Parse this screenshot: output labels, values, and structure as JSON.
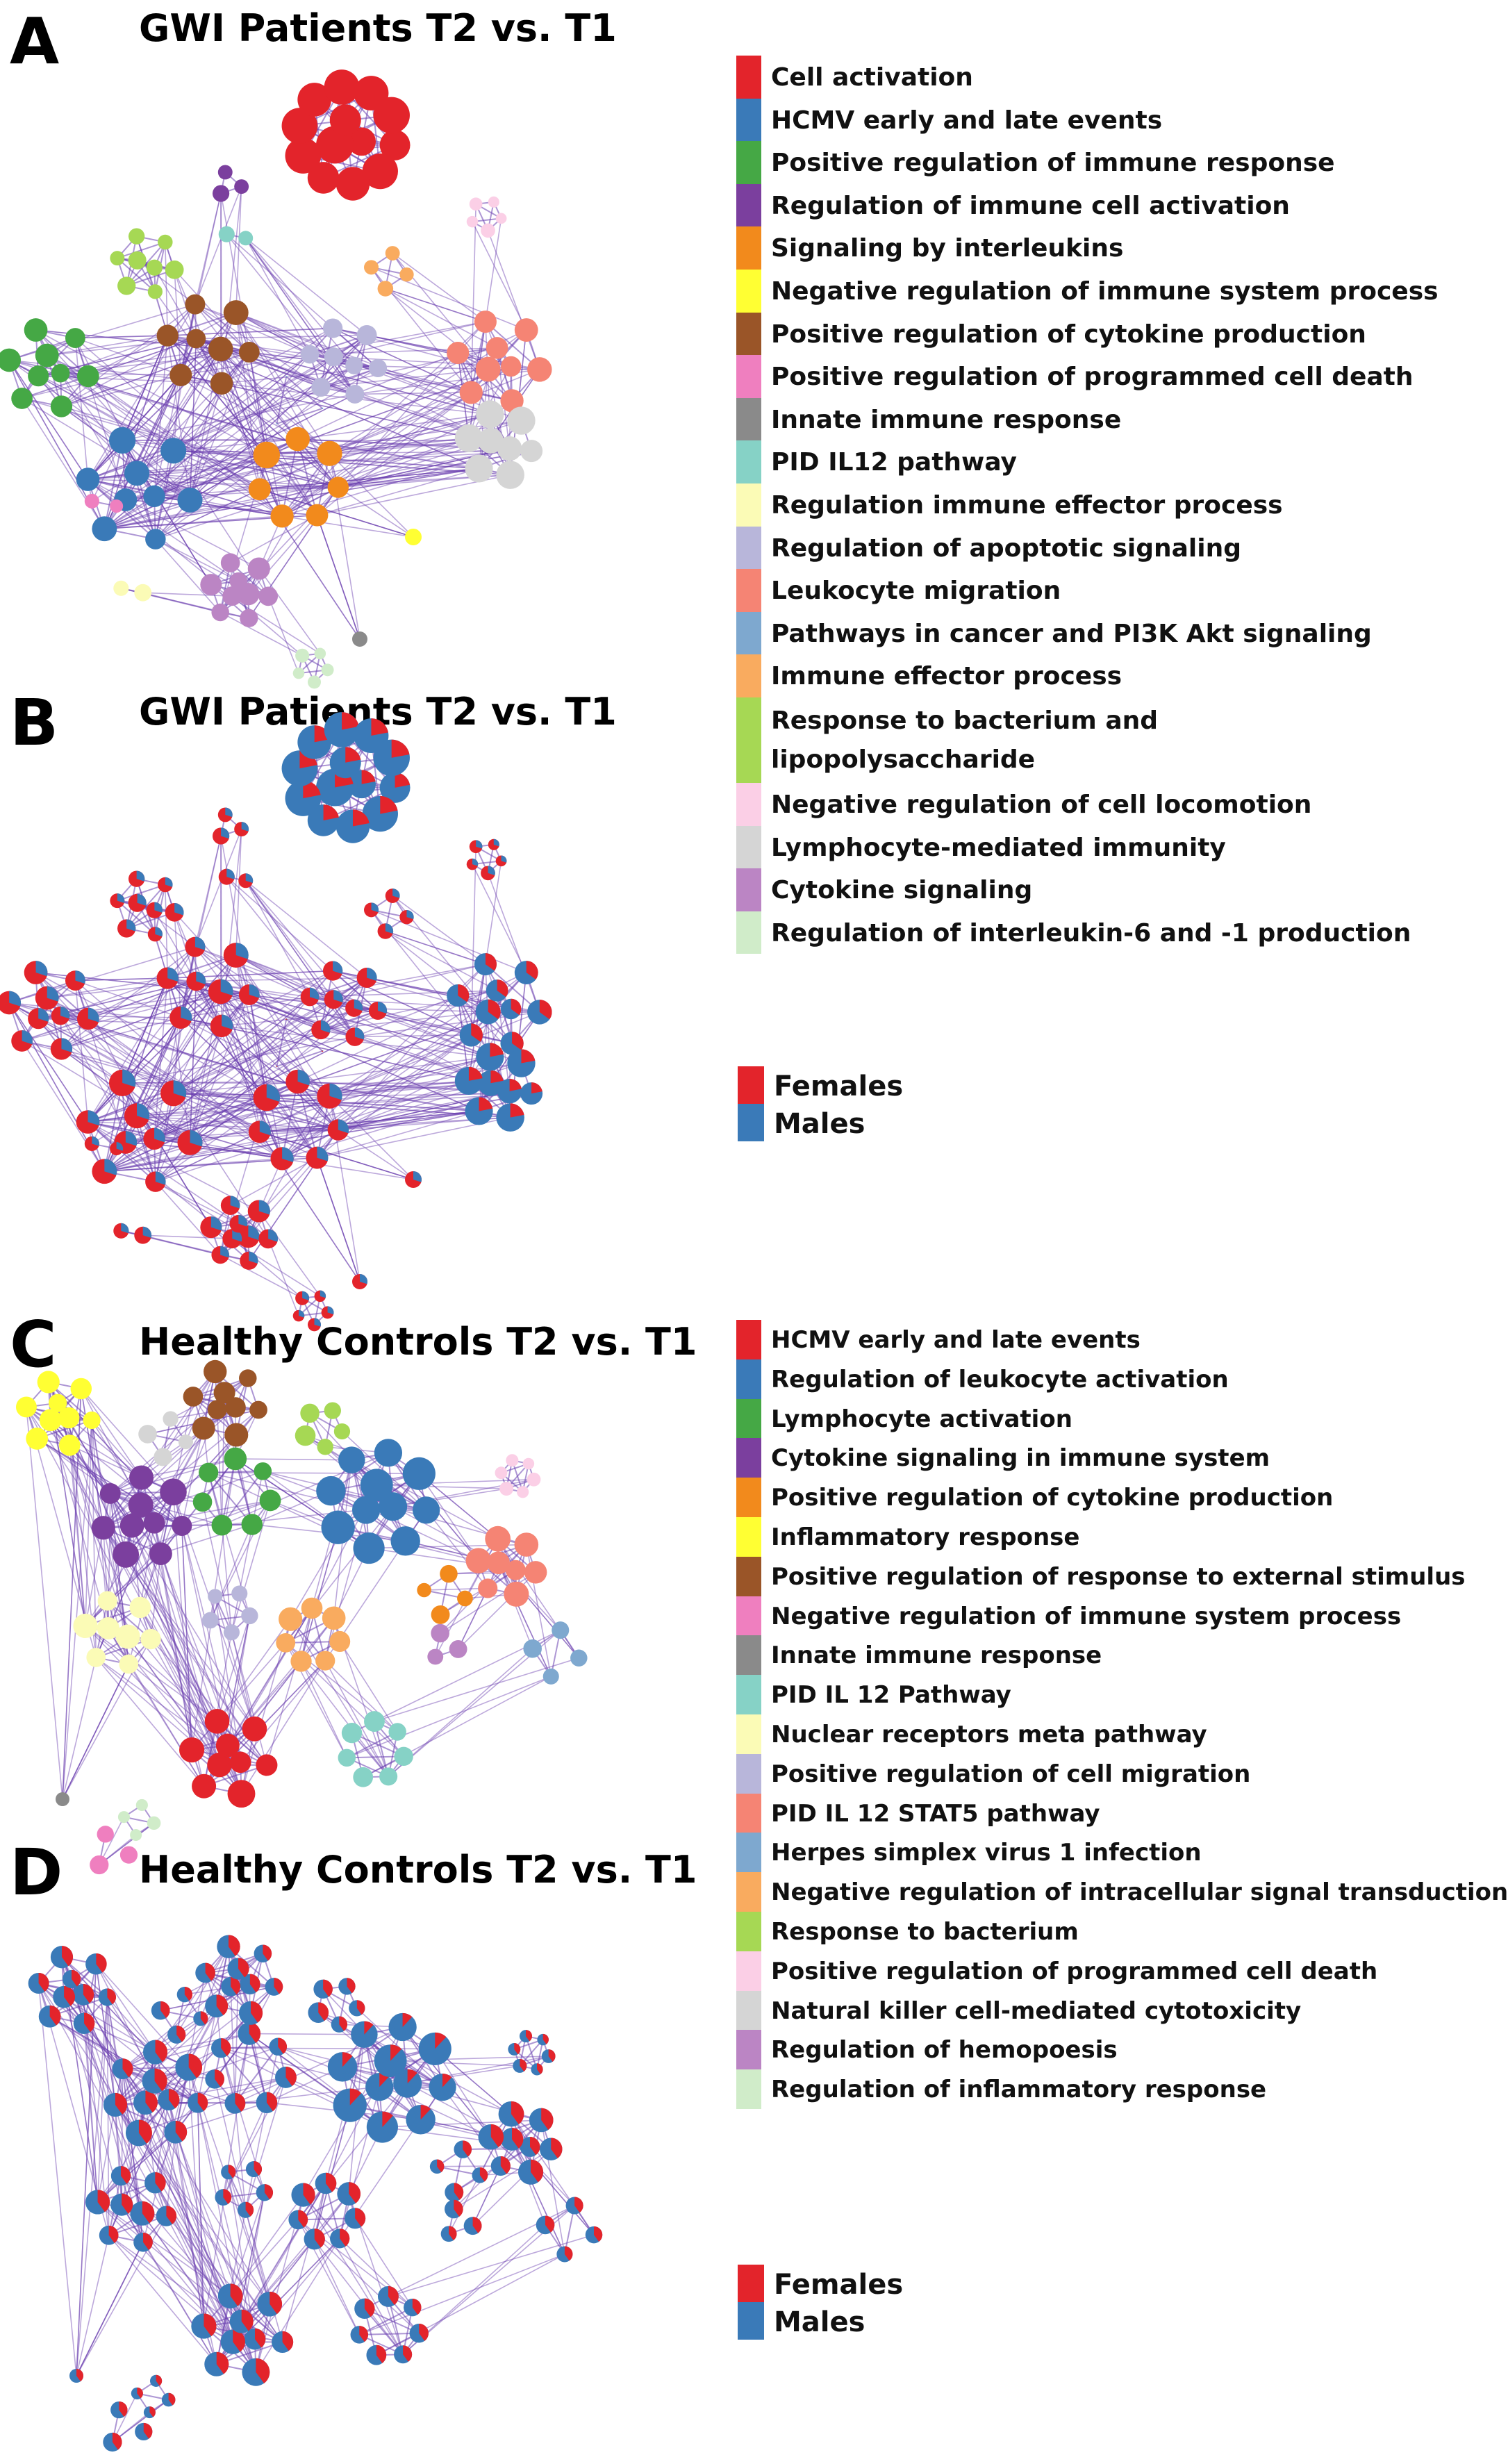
{
  "panels": [
    {
      "letter": "A",
      "title": "GWI Patients T2 vs. T1"
    },
    {
      "letter": "B",
      "title": "GWI Patients T2 vs. T1"
    },
    {
      "letter": "C",
      "title": "Healthy Controls T2 vs. T1"
    },
    {
      "letter": "D",
      "title": "Healthy Controls T2 vs. T1"
    }
  ],
  "legend_a": [
    {
      "label": "Cell activation",
      "color": "#e3242b"
    },
    {
      "label": "HCMV early and late events",
      "color": "#3a7ab8"
    },
    {
      "label": "Positive regulation of immune response",
      "color": "#45a845"
    },
    {
      "label": "Regulation of immune cell activation",
      "color": "#7b3f9e"
    },
    {
      "label": "Signaling by interleukins",
      "color": "#f28a1c"
    },
    {
      "label": "Negative regulation of immune system process",
      "color": "#ffff33"
    },
    {
      "label": "Positive regulation of cytokine production",
      "color": "#9a5528"
    },
    {
      "label": "Positive regulation of programmed cell death",
      "color": "#ef7fbf"
    },
    {
      "label": "Innate immune response",
      "color": "#8a8a8a"
    },
    {
      "label": "PID IL12 pathway",
      "color": "#86d2c6"
    },
    {
      "label": "Regulation immune effector process",
      "color": "#fbfbb6"
    },
    {
      "label": "Regulation of apoptotic signaling",
      "color": "#b8b6da"
    },
    {
      "label": "Leukocyte migration",
      "color": "#f58474"
    },
    {
      "label": "Pathways in cancer and PI3K Akt signaling",
      "color": "#7ea8cf"
    },
    {
      "label": "Immune effector process",
      "color": "#f9ab5f"
    },
    {
      "label": "Response to bacterium and lipopolysaccharide",
      "color": "#a6d854"
    },
    {
      "label": "Negative regulation of cell locomotion",
      "color": "#fbcfe6"
    },
    {
      "label": "Lymphocyte-mediated immunity",
      "color": "#d5d5d5"
    },
    {
      "label": "Cytokine signaling",
      "color": "#bb85c4"
    },
    {
      "label": "Regulation of interleukin-6 and -1 production",
      "color": "#d0ecc9"
    }
  ],
  "legend_c": [
    {
      "label": "HCMV early and late events",
      "color": "#e3242b"
    },
    {
      "label": "Regulation of leukocyte activation",
      "color": "#3a7ab8"
    },
    {
      "label": "Lymphocyte activation",
      "color": "#45a845"
    },
    {
      "label": "Cytokine signaling in immune system",
      "color": "#7b3f9e"
    },
    {
      "label": "Positive regulation of cytokine production",
      "color": "#f28a1c"
    },
    {
      "label": "Inflammatory response",
      "color": "#ffff33"
    },
    {
      "label": "Positive regulation of response to external stimulus",
      "color": "#9a5528"
    },
    {
      "label": "Negative regulation of immune system process",
      "color": "#ef7fbf"
    },
    {
      "label": "Innate immune response",
      "color": "#8a8a8a"
    },
    {
      "label": "PID IL 12 Pathway",
      "color": "#86d2c6"
    },
    {
      "label": "Nuclear receptors meta pathway",
      "color": "#fbfbb6"
    },
    {
      "label": "Positive regulation of cell migration",
      "color": "#b8b6da"
    },
    {
      "label": "PID IL 12 STAT5 pathway",
      "color": "#f58474"
    },
    {
      "label": "Herpes simplex virus 1 infection",
      "color": "#7ea8cf"
    },
    {
      "label": "Negative regulation of intracellular signal transduction",
      "color": "#f9ab5f"
    },
    {
      "label": "Response to bacterium",
      "color": "#a6d854"
    },
    {
      "label": "Positive regulation of programmed cell death",
      "color": "#fbcfe6"
    },
    {
      "label": "Natural killer cell-mediated cytotoxicity",
      "color": "#d5d5d5"
    },
    {
      "label": "Regulation of hemopoesis",
      "color": "#bb85c4"
    },
    {
      "label": "Regulation of inflammatory response",
      "color": "#d0ecc9"
    }
  ],
  "sex_legend": [
    {
      "label": "Females",
      "color": "#e3242b"
    },
    {
      "label": "Males",
      "color": "#3a7ab8"
    }
  ],
  "edge_color": "#6a3fb0"
}
